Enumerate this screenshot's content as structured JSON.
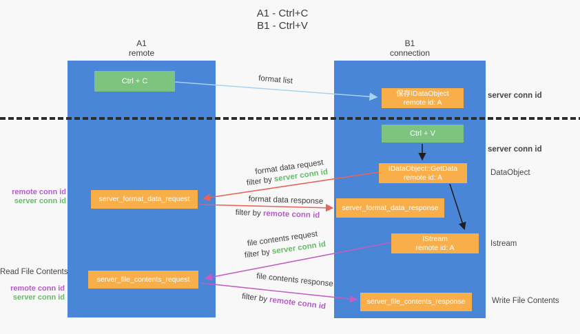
{
  "title": {
    "line1": "A1 - Ctrl+C",
    "line2": "B1 - Ctrl+V"
  },
  "columns": {
    "a": {
      "name": "A1",
      "role": "remote"
    },
    "b": {
      "name": "B1",
      "role": "connection"
    }
  },
  "nodes": {
    "ctrl_c": "Ctrl + C",
    "ctrl_v": "Ctrl + V",
    "save_idataobject": {
      "title": "保存IDataObject",
      "subtitle": "remote id: A"
    },
    "idataobject_getdata": {
      "title": "IDataObject::GetData",
      "subtitle": "remote id: A"
    },
    "istream": {
      "title": "IStream",
      "subtitle": "remote id: A"
    },
    "server_format_data_request": "server_format_data_request",
    "server_format_data_response": "server_format_data_response",
    "server_file_contents_request": "server_file_contents_request",
    "server_file_contents_response": "server_file_contents_response"
  },
  "edge_labels": {
    "format_list": "format list",
    "format_data_request": "format data request",
    "format_data_response": "format data response",
    "file_contents_request": "file contents request",
    "file_contents_response": "file contents response",
    "filter_by": "filter by ",
    "server_conn_id": "server conn id",
    "remote_conn_id": "remote conn id"
  },
  "side_labels": {
    "server_conn_id_top": "server conn id",
    "server_conn_id_mid": "server conn id",
    "dataobject": "DataObject",
    "istream": "Istream",
    "write_file_contents": "Write File Contents",
    "read_file_contents": "Read File Contents",
    "remote_conn_id": "remote conn id",
    "server_conn_id": "server conn id"
  },
  "colors": {
    "column_blue": "#4a86d8",
    "node_green": "#7cc47f",
    "node_orange": "#f8ae49",
    "green_text": "#66bb6a",
    "purple_text": "#b55bc8",
    "red_arrow": "#e8635a",
    "magenta_arrow": "#c25ec2",
    "light_blue_arrow": "#a9d2ee",
    "black_arrow": "#1f1f1f",
    "background": "#f8f8f8"
  }
}
